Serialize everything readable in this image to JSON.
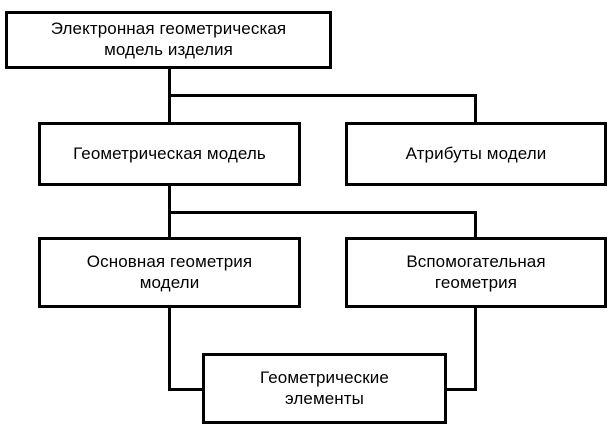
{
  "diagram": {
    "title": "Электронная геометрическая модель изделия",
    "type": "hierarchy-flowchart",
    "language": "ru",
    "colors": {
      "stroke": "#000000",
      "fill": "#ffffff",
      "text": "#000000"
    },
    "nodes": [
      {
        "id": "root",
        "label": "Электронная геометрическая\nмодель изделия",
        "level": 1
      },
      {
        "id": "geom-model",
        "label": "Геометрическая модель",
        "level": 2
      },
      {
        "id": "model-attrs",
        "label": "Атрибуты модели",
        "level": 2
      },
      {
        "id": "main-geom",
        "label": "Основная геометрия\nмодели",
        "level": 3
      },
      {
        "id": "aux-geom",
        "label": "Вспомогательная\nгеометрия",
        "level": 3
      },
      {
        "id": "geom-elements",
        "label": "Геометрические\nэлементы",
        "level": 4
      }
    ],
    "edges": [
      {
        "from": "root",
        "to": "geom-model"
      },
      {
        "from": "root",
        "to": "model-attrs"
      },
      {
        "from": "geom-model",
        "to": "main-geom"
      },
      {
        "from": "geom-model",
        "to": "aux-geom"
      },
      {
        "from": "main-geom",
        "to": "geom-elements"
      },
      {
        "from": "aux-geom",
        "to": "geom-elements"
      }
    ]
  }
}
